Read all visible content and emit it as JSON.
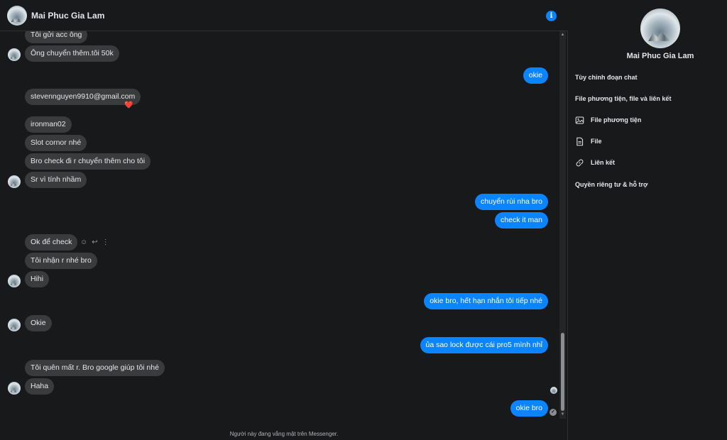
{
  "header": {
    "name": "Mai Phuc Gia Lam",
    "info_icon": "info-icon"
  },
  "messages": [
    {
      "id": "m1",
      "side": "in",
      "text": "Tôi gửi acc ông"
    },
    {
      "id": "m2",
      "side": "in",
      "text": "Ông chuyển thêm.tôi 50k"
    },
    {
      "id": "m3",
      "side": "out",
      "text": "okie"
    },
    {
      "id": "m4",
      "side": "in",
      "text": "stevennguyen9910@gmail.com"
    },
    {
      "id": "m5",
      "side": "in",
      "text": "ironman02"
    },
    {
      "id": "m6",
      "side": "in",
      "text": "Slot cornor nhé"
    },
    {
      "id": "m7",
      "side": "in",
      "text": "Bro check đi r chuyển thêm cho tôi"
    },
    {
      "id": "m8",
      "side": "in",
      "text": "Sr vì tính nhầm"
    },
    {
      "id": "m9",
      "side": "out",
      "text": "chuyển rùi nha bro"
    },
    {
      "id": "m10",
      "side": "out",
      "text": "check it man"
    },
    {
      "id": "m11",
      "side": "in",
      "text": "Ok để check"
    },
    {
      "id": "m12",
      "side": "in",
      "text": "Tôi nhận r nhé bro"
    },
    {
      "id": "m13",
      "side": "in",
      "text": "Hihi"
    },
    {
      "id": "m14",
      "side": "out",
      "text": "okie bro, hết hạn nhắn tôi tiếp nhé"
    },
    {
      "id": "m15",
      "side": "in",
      "text": "Okie"
    },
    {
      "id": "m16",
      "side": "out",
      "text": "ủa sao lock được cái pro5 mình nhỉ"
    },
    {
      "id": "m17",
      "side": "in",
      "text": "Tôi quên mất r. Bro google giúp tôi nhé"
    },
    {
      "id": "m18",
      "side": "in",
      "text": "Haha"
    },
    {
      "id": "m19",
      "side": "out",
      "text": "okie bro"
    }
  ],
  "reaction": "❤️",
  "footer_status": "Người này đang vắng mặt trên Messenger.",
  "panel": {
    "name": "Mai Phuc Gia Lam",
    "customize": "Tùy chỉnh đoạn chat",
    "media_section": "File phương tiện, file và liên kết",
    "media": "File phương tiện",
    "files": "File",
    "links": "Liên kết",
    "privacy": "Quyền riêng tư & hỗ trợ"
  },
  "colors": {
    "background": "#18191a",
    "incoming_bubble": "#3a3b3c",
    "outgoing_bubble": "#0a84ff"
  }
}
